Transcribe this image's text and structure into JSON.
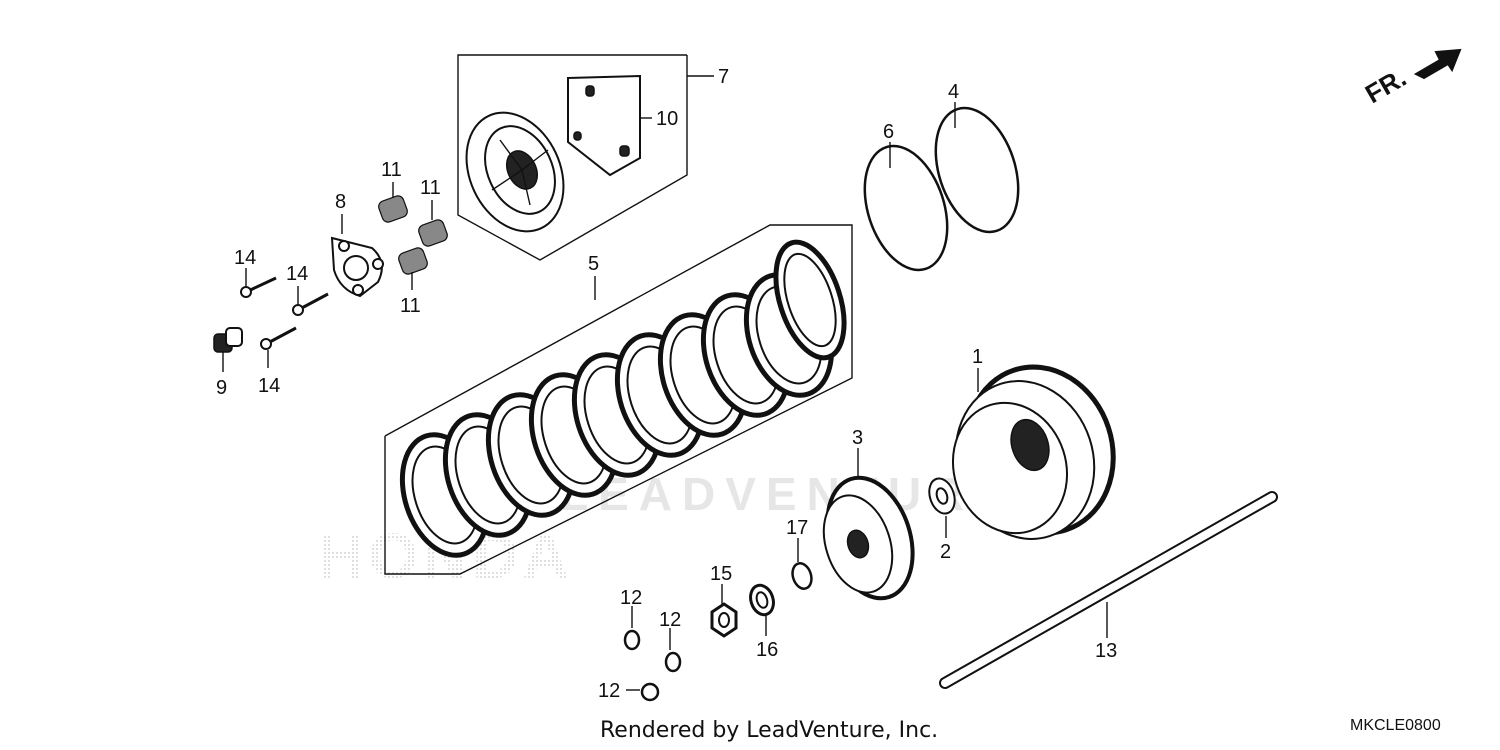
{
  "diagram": {
    "watermark_left": "HONDA",
    "watermark_center": "LEADVENTURE",
    "direction_label": "FR.",
    "callouts": {
      "c1": "1",
      "c2": "2",
      "c3": "3",
      "c4": "4",
      "c5": "5",
      "c6": "6",
      "c7": "7",
      "c8": "8",
      "c9": "9",
      "c10": "10",
      "c11a": "11",
      "c11b": "11",
      "c11c": "11",
      "c12a": "12",
      "c12b": "12",
      "c12c": "12",
      "c13": "13",
      "c14a": "14",
      "c14b": "14",
      "c14c": "14",
      "c15": "15",
      "c16": "16",
      "c17": "17"
    }
  },
  "footer": {
    "credit": "Rendered by LeadVenture, Inc.",
    "code": "MKCLE0800"
  }
}
